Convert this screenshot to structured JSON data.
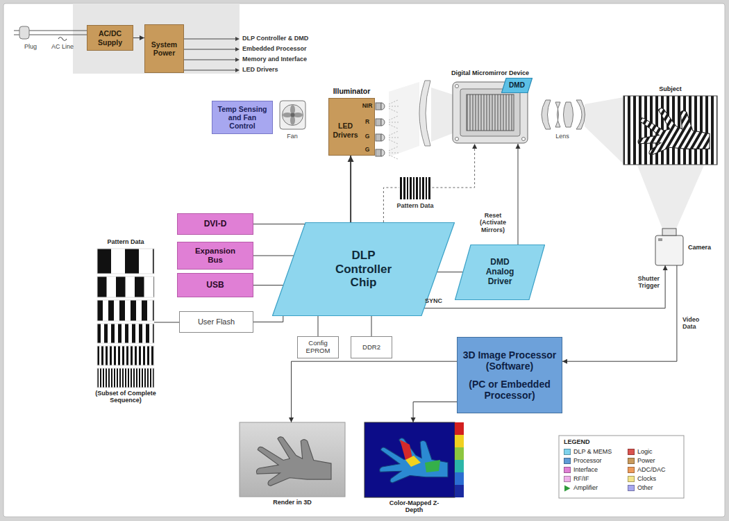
{
  "diagram": {
    "nodes": [
      {
        "text": [
          "AC/DC Supply"
        ]
      },
      {
        "text": [
          "System Power"
        ]
      },
      {
        "text": [
          "Temp Sensing and Fan Control"
        ]
      },
      {
        "text": [
          "Illuminator",
          "LED Drivers"
        ]
      },
      {
        "text": [
          "Digital Micromirror Device"
        ]
      },
      {
        "text": [
          "DMD"
        ],
        "in": 4
      },
      {
        "text": [
          "Subject"
        ]
      },
      {
        "text": [
          "DVI-D"
        ]
      },
      {
        "text": [
          "Expansion Bus"
        ]
      },
      {
        "text": [
          "USB"
        ]
      },
      {
        "text": [
          "DLP Controller Chip"
        ]
      },
      {
        "text": [
          "DMD Analog Driver"
        ]
      },
      {
        "text": [
          "Camera"
        ]
      },
      {
        "text": [
          "Pattern Data",
          "(Subset of Complete Sequence)"
        ]
      },
      {
        "text": [
          "User Flash"
        ]
      },
      {
        "text": [
          "Config EPROM"
        ]
      },
      {
        "text": [
          "DDR2"
        ]
      },
      {
        "text": [
          "3D Image Processor (Software)",
          "(PC or Embedded Processor)"
        ]
      },
      {
        "text": [
          "Render in 3D"
        ]
      },
      {
        "text": [
          "Color-Mapped Z-Depth"
        ]
      }
    ],
    "edges": [
      {
        "from": 0,
        "to": 1,
        "arrow": "to"
      },
      {
        "from": 10,
        "to": 3,
        "arrow": "to"
      },
      {
        "from": 10,
        "to": 4,
        "label": "Pattern Data",
        "arrow": "to"
      },
      {
        "from": 11,
        "to": 4,
        "label": "Reset (Activate Mirrors)",
        "arrow": "to"
      },
      {
        "from": 10,
        "to": 11,
        "arrow": "none"
      },
      {
        "from": 7,
        "to": 10,
        "arrow": "none"
      },
      {
        "from": 8,
        "to": 10,
        "arrow": "none"
      },
      {
        "from": 9,
        "to": 10,
        "arrow": "none"
      },
      {
        "from": 13,
        "to": 14,
        "arrow": "none"
      },
      {
        "from": 14,
        "to": 10,
        "arrow": "none"
      },
      {
        "from": 15,
        "to": 10,
        "arrow": "none"
      },
      {
        "from": 16,
        "to": 10,
        "arrow": "none"
      },
      {
        "from": 10,
        "to": 12,
        "label": "SYNC",
        "arrow": "to"
      },
      {
        "from": 12,
        "to": 17,
        "label": "Video Data",
        "arrow": "to"
      },
      {
        "from": 17,
        "to": 18,
        "arrow": "to"
      },
      {
        "from": 17,
        "to": 19,
        "arrow": "to"
      }
    ],
    "labels": [
      "Plug",
      "AC Line",
      "DLP Controller & DMD",
      "Embedded Processor",
      "Memory and Interface",
      "LED Drivers",
      "Fan",
      "NIR",
      "R",
      "G",
      "G",
      "Lens",
      "Shutter Trigger",
      "LEGEND"
    ],
    "legend": [
      {
        "text": "DLP & MEMS",
        "color": "#7fd3ec"
      },
      {
        "text": "Logic",
        "color": "#d9534f"
      },
      {
        "text": "Processor",
        "color": "#5f9bd6"
      },
      {
        "text": "Power",
        "color": "#c99a5c"
      },
      {
        "text": "Interface",
        "color": "#e07fd5"
      },
      {
        "text": "ADC/DAC",
        "color": "#ee9a5a"
      },
      {
        "text": "RF/IF",
        "color": "#eeb0ea"
      },
      {
        "text": "Clocks",
        "color": "#f2e48a"
      },
      {
        "text": "Amplifier"
      },
      {
        "text": "Other",
        "color": "#a7a7f0"
      }
    ]
  }
}
